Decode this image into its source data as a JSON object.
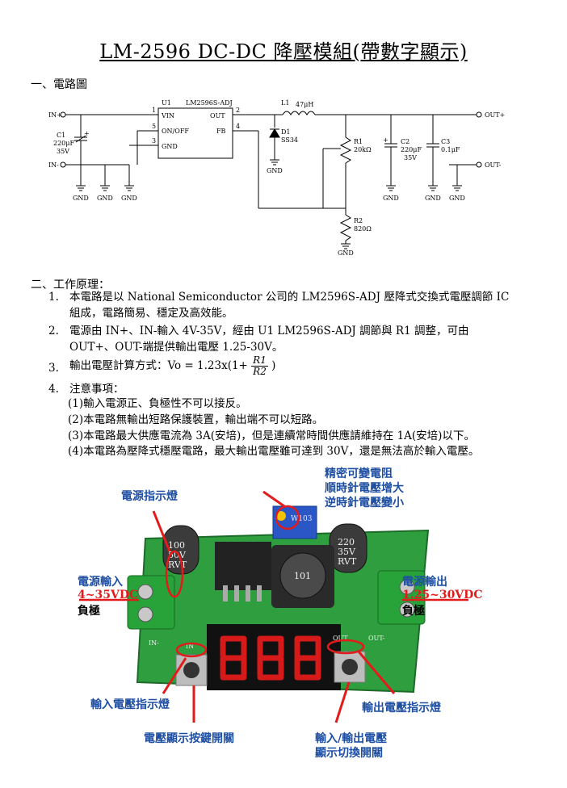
{
  "title": "LM-2596 DC-DC 降壓模組(帶數字顯示)",
  "section1": "一、電路圖",
  "schematic": {
    "in_plus": "IN+",
    "in_minus": "IN-",
    "out_plus": "OUT+",
    "out_minus": "OUT-",
    "u1": "U1",
    "chip": "LM2596S-ADJ",
    "vin": "VIN",
    "out": "OUT",
    "onoff": "ON/OFF",
    "fb": "FB",
    "gnd_pin": "GND",
    "pin1": "1",
    "pin2": "2",
    "pin3": "3",
    "pin4": "4",
    "pin5": "5",
    "l1": "L1",
    "l1_val": "47μH",
    "d1": "D1",
    "d1_val": "SS34",
    "r1": "R1",
    "r1_val": "20kΩ",
    "r2": "R2",
    "r2_val": "820Ω",
    "c1": "C1",
    "c1_val1": "220μF",
    "c1_val2": "35V",
    "c2": "C2",
    "c2_val1": "220μF",
    "c2_val2": "35V",
    "c3": "C3",
    "c3_val": "0.1μF",
    "gnd": "GND",
    "plus": "+"
  },
  "section2": "二、工作原理：",
  "items": {
    "i1_num": "1.",
    "i1_l1": "本電路是以 National Semiconductor 公司的 LM2596S-ADJ 壓降式交換式電壓調節 IC",
    "i1_l2": "組成，電路簡易、穩定及高效能。",
    "i2_num": "2.",
    "i2_l1": "電源由 IN+、IN-輸入 4V-35V，經由 U1 LM2596S-ADJ 調節與 R1 調整，可由",
    "i2_l2": "OUT+、OUT-端提供輸出電壓 1.25-30V。",
    "i3_num": "3.",
    "i3_text": "輸出電壓計算方式：Vo = 1.23x(1+",
    "i3_num_frac": "R1",
    "i3_den_frac": "R2",
    "i3_close": ")",
    "i4_num": "4.",
    "i4_head": "注意事項：",
    "notes": [
      "(1)輸入電源正、負極性不可以接反。",
      "(2)本電路無輸出短路保護裝置，輸出端不可以短路。",
      "(3)本電路最大供應電流為 3A(安培)，但是連續常時間供應請維持在 1A(安培)以下。",
      "(4)本電路為壓降式穩壓電路，最大輸出電壓雖可達到 30V，還是無法高於輸入電壓。"
    ]
  },
  "photo": {
    "labels": {
      "power_led": "電源指示燈",
      "trim_1": "精密可變電阻",
      "trim_2": "順時針電壓增大",
      "trim_3": "逆時針電壓變小",
      "in_1": "電源輸入",
      "in_2": "4~35VDC",
      "in_3": "負極",
      "out_1": "電源輸出",
      "out_2": "1.25~30VDC",
      "out_3": "負極",
      "in_led": "輸入電壓指示燈",
      "out_led": "輸出電壓指示燈",
      "btn_1": "電壓顯示按鍵開關",
      "sw_1": "輸入/輸出電壓",
      "sw_2": "顯示切換開關"
    },
    "board_text": {
      "cap_left_1": "100",
      "cap_left_2": "50V",
      "cap_left_3": "RVT",
      "cap_right_1": "220",
      "cap_right_2": "35V",
      "cap_right_3": "RVT",
      "inductor": "101",
      "trim": "W103",
      "in_minus": "IN-",
      "in_led": "IN",
      "out_led": "OUT",
      "out_minus": "OUT-"
    },
    "colors": {
      "pcb": "#2f9e3f",
      "annotation_blue": "#1f4fa3",
      "annotation_red": "#e21b1b",
      "terminal": "#27a33a"
    }
  }
}
